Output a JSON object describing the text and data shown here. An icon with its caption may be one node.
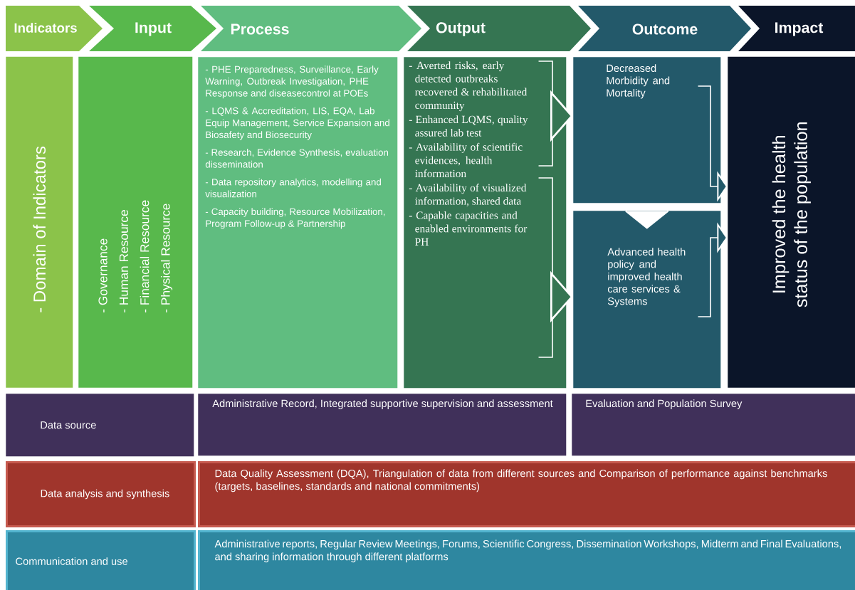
{
  "diagram": {
    "nodes": [
      {
        "text": [
          "Indicators"
        ]
      },
      {
        "text": [
          "Input"
        ]
      },
      {
        "text": [
          "Process"
        ]
      },
      {
        "text": [
          "Output"
        ]
      },
      {
        "text": [
          "Outcome"
        ]
      },
      {
        "text": [
          "Impact"
        ]
      },
      {
        "text": [
          "- Domain of Indicators"
        ]
      },
      {
        "text": [
          "- Governance",
          "- Human Resource",
          "- Financial Resource",
          "- Physical Resource"
        ]
      },
      {
        "text": [
          "- PHE Preparedness, Surveillance, Early Warning, Outbreak Investigation, PHE Response and diseasecontrol at POEs",
          "- LQMS & Accreditation, LIS, EQA, Lab Equip Management, Service Expansion and Biosafety and Biosecurity",
          "- Research, Evidence Synthesis, evaluation dissemination",
          "- Data repository analytics, modelling and visualization",
          "- Capacity building, Resource Mobilization, Program Follow-up & Partnership"
        ]
      },
      {
        "text": [
          "- Averted risks, early detected outbreaks recovered & rehabilitated community",
          "- Enhanced LQMS, quality assured lab test",
          "- Availability of scientific evidences, health information",
          "- Availability of visualized information, shared data",
          "- Capable capacities and enabled environments for PH"
        ]
      },
      {
        "text": [
          "Decreased Morbidity and Mortality"
        ]
      },
      {
        "text": [
          "Advanced health policy and improved health care services & Systems"
        ]
      },
      {
        "text": [
          "Improved the health status of the population"
        ]
      },
      {
        "text": [
          "Data source"
        ]
      },
      {
        "text": [
          "Administrative Record, Integrated supportive supervision and assessment"
        ]
      },
      {
        "text": [
          "Evaluation and Population Survey"
        ]
      },
      {
        "text": [
          "Data analysis and synthesis"
        ]
      },
      {
        "text": [
          "Data Quality Assessment (DQA), Triangulation of data from different sources and Comparison of performance against benchmarks (targets, baselines, standards and national commitments)"
        ]
      },
      {
        "text": [
          "Communication and use"
        ]
      },
      {
        "text": [
          "Administrative reports, Regular Review Meetings, Forums, Scientific Congress, Dissemination Workshops, Midterm and Final Evaluations, and sharing information through different platforms"
        ]
      }
    ],
    "edges": [
      {
        "from": 9,
        "to": 10,
        "arrow": "to"
      },
      {
        "from": 9,
        "to": 11,
        "arrow": "to"
      },
      {
        "from": 10,
        "to": 12,
        "arrow": "to"
      },
      {
        "from": 11,
        "to": 12,
        "arrow": "to"
      },
      {
        "from": 10,
        "to": 11,
        "arrow": "to"
      }
    ]
  }
}
